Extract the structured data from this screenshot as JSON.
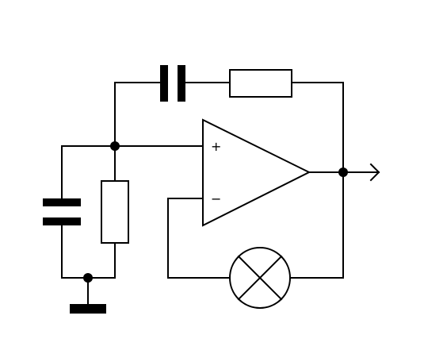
{
  "opamp": {
    "plus_sign": "+",
    "minus_sign": "−"
  },
  "components": [
    {
      "name": "feedback-capacitor",
      "icon": "capacitor-icon"
    },
    {
      "name": "feedback-resistor",
      "icon": "resistor-icon"
    },
    {
      "name": "shunt-capacitor",
      "icon": "capacitor-icon"
    },
    {
      "name": "shunt-resistor",
      "icon": "resistor-icon"
    },
    {
      "name": "operational-amplifier",
      "icon": "op-amp-icon"
    },
    {
      "name": "lamp",
      "icon": "lamp-icon"
    },
    {
      "name": "ground",
      "icon": "ground-icon"
    },
    {
      "name": "output",
      "icon": "arrow-right-icon"
    }
  ],
  "colors": {
    "line": "#000000",
    "background": "#ffffff"
  }
}
